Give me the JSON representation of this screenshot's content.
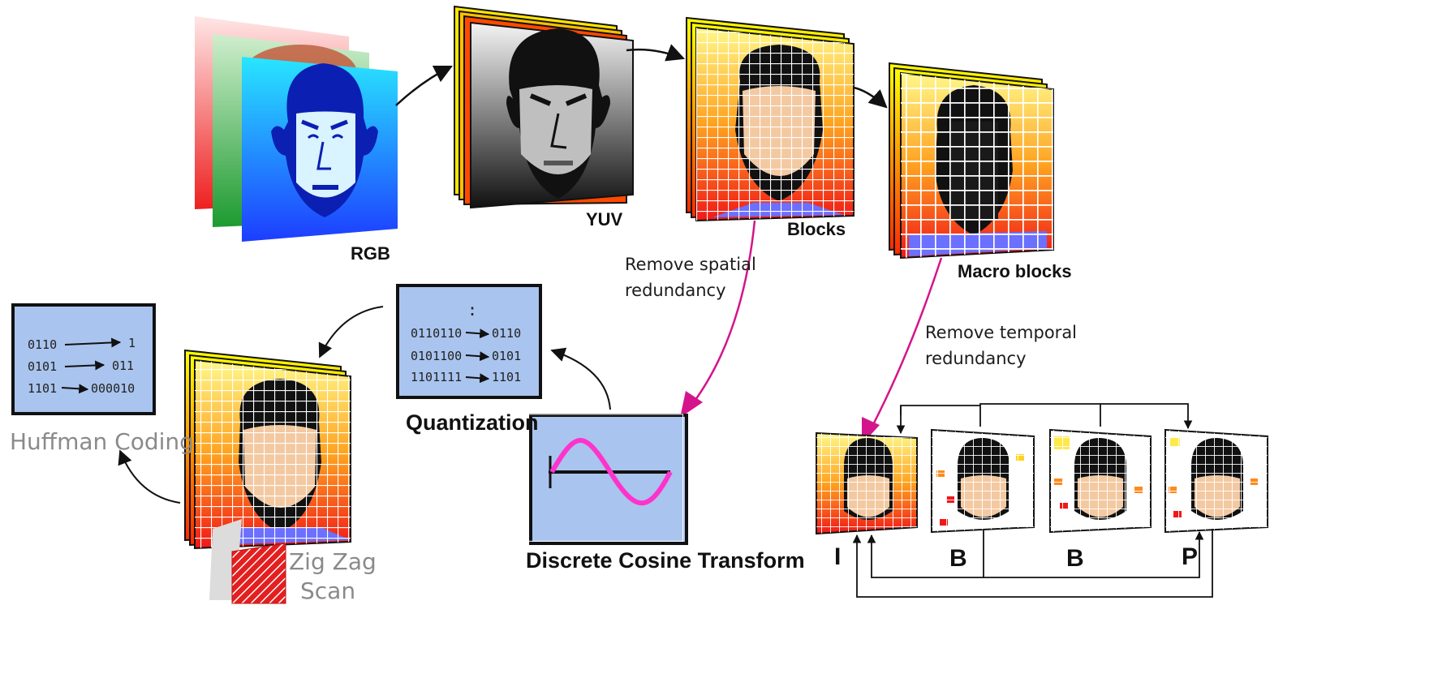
{
  "labels": {
    "rgb": "RGB",
    "yuv": "YUV",
    "blocks": "Blocks",
    "macro_blocks": "Macro blocks",
    "spatial_line1": "Remove spatial",
    "spatial_line2": "redundancy",
    "temporal_line1": "Remove temporal",
    "temporal_line2": "redundancy",
    "quantization": "Quantization",
    "dct": "Discrete Cosine Transform",
    "huffman": "Huffman Coding",
    "zigzag_line1": "Zig Zag",
    "zigzag_line2": "Scan"
  },
  "quantization_rows": [
    {
      "input": "0110110",
      "output": "0110"
    },
    {
      "input": "0101100",
      "output": "0101"
    },
    {
      "input": "1101111",
      "output": "1101"
    }
  ],
  "quantization_ellipsis": ":",
  "huffman_rows": [
    {
      "input": "0110",
      "output": "1"
    },
    {
      "input": "0101",
      "output": "011"
    },
    {
      "input": "1101",
      "output": "000010"
    }
  ],
  "frames": [
    "I",
    "B",
    "B",
    "P"
  ],
  "colors": {
    "arrow": "#111111",
    "redundancy_arrow": "#d4148c",
    "panel_fill": "#a9c4ee",
    "sine": "#ff33cc",
    "rgb_red": "#f23a3a",
    "rgb_green": "#2aa63a",
    "rgb_blue": "#28b8ff",
    "face_fill": "#f5d3ae",
    "grid": "#ffffff"
  }
}
